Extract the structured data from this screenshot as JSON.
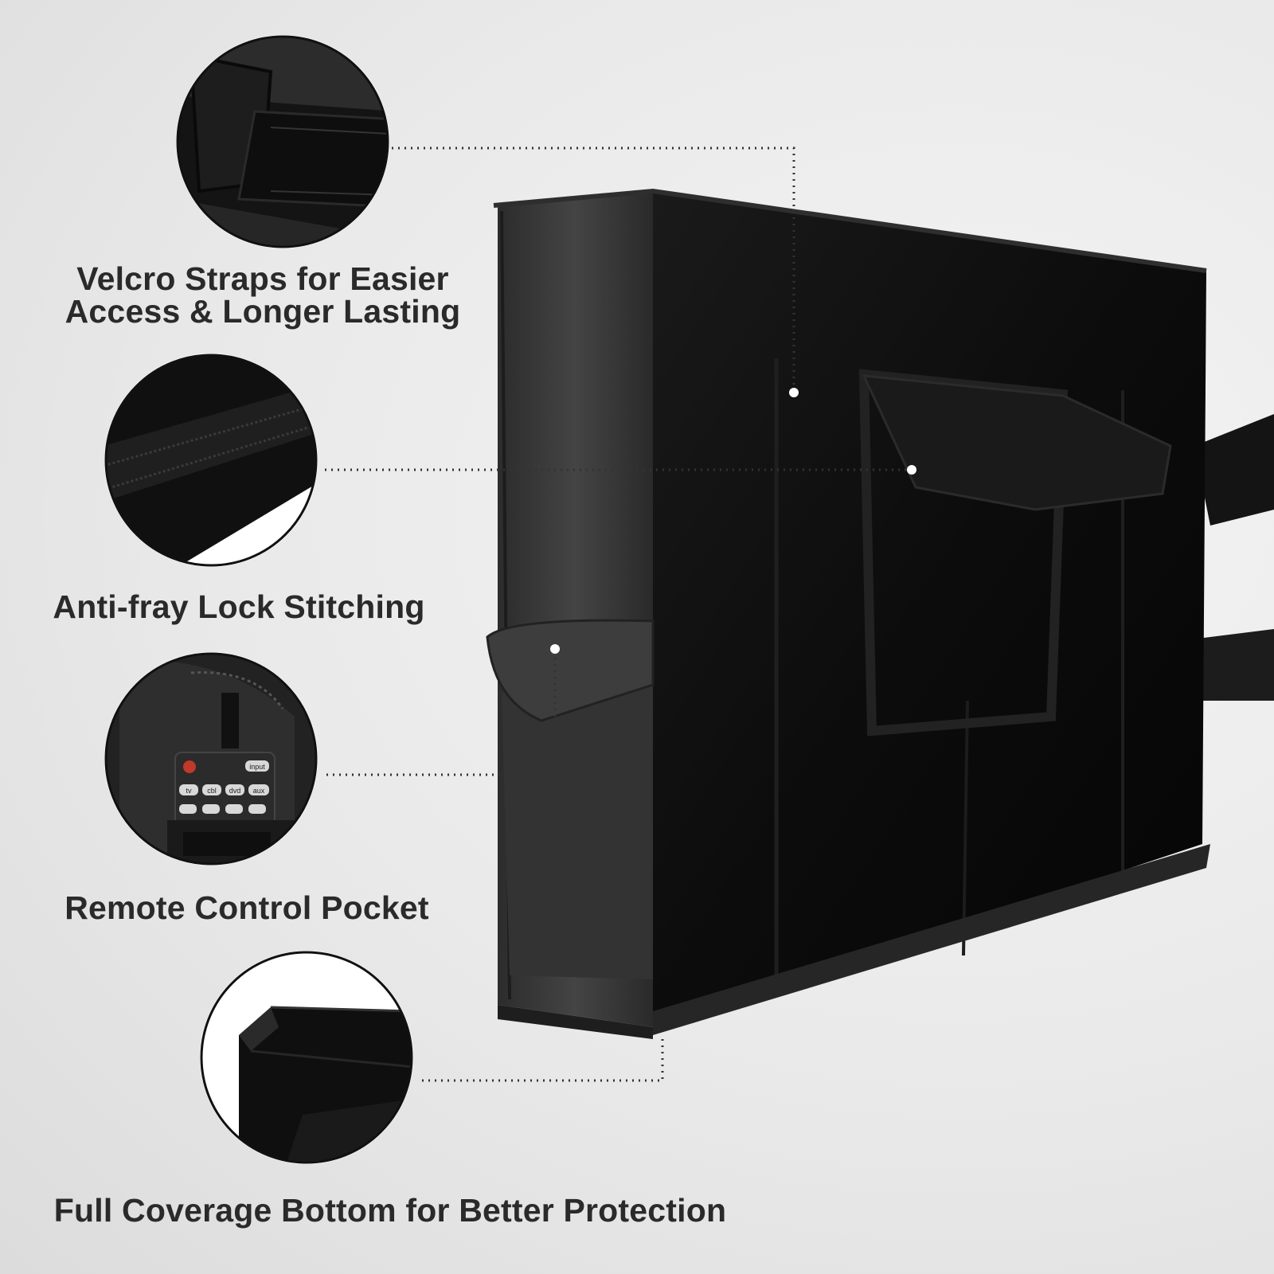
{
  "features": [
    {
      "id": "velcro",
      "lines": [
        "Velcro Straps for Easier",
        "Access & Longer Lasting"
      ]
    },
    {
      "id": "antifray",
      "lines": [
        "Anti-fray Lock Stitching"
      ]
    },
    {
      "id": "remote",
      "lines": [
        "Remote Control Pocket"
      ]
    },
    {
      "id": "bottom",
      "lines": [
        "Full Coverage Bottom for Better Protection"
      ]
    }
  ],
  "remote_labels": [
    "input",
    "tv",
    "cbl",
    "dvd",
    "aux"
  ],
  "colors": {
    "background": "#ececec",
    "cover": "#0e0e0e",
    "cover_side": "#3a3a3a",
    "text": "#2a2a2a",
    "power_button": "#c0392b"
  }
}
